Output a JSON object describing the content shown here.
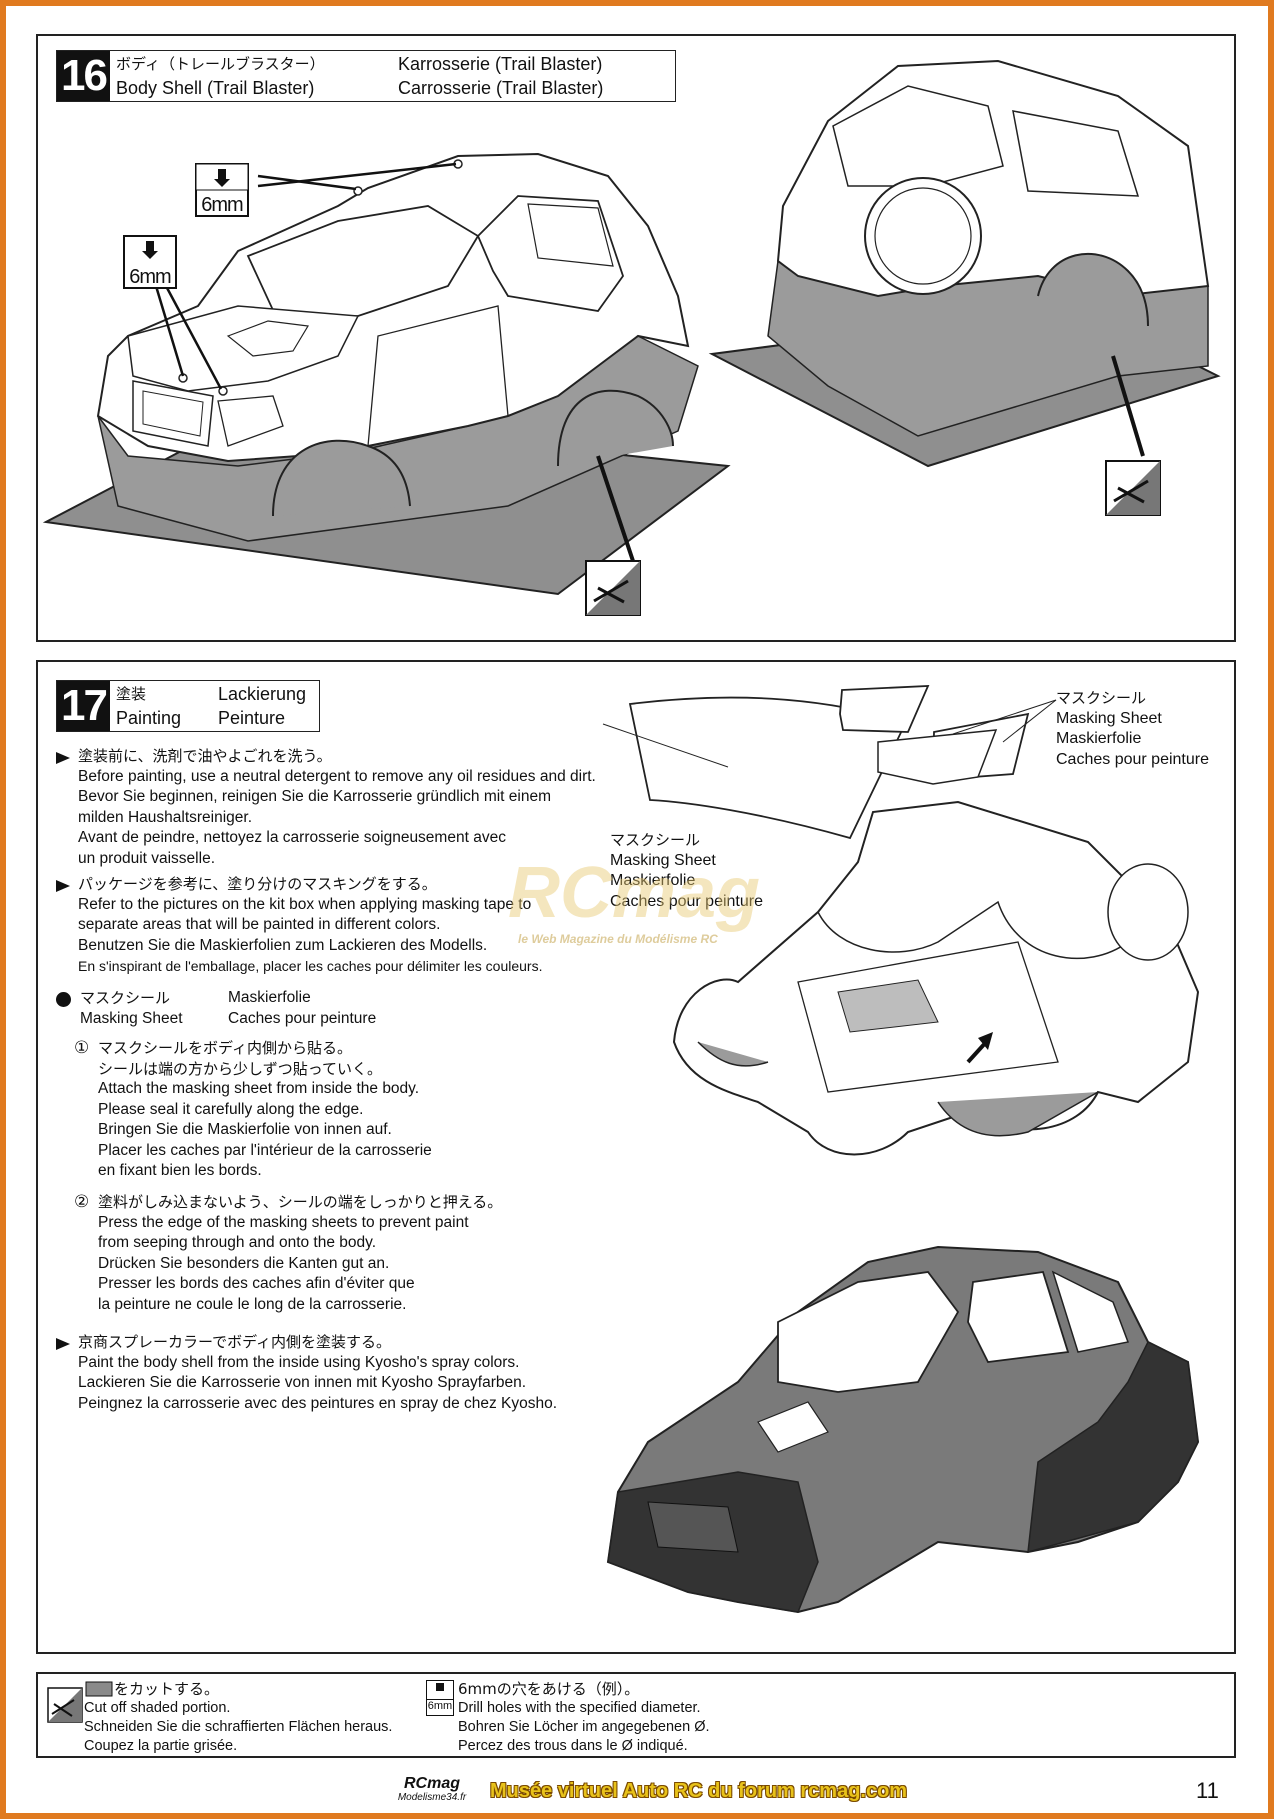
{
  "step16": {
    "number": "16",
    "title_jp": "ボディ（トレールブラスター）",
    "title_en": "Body Shell (Trail Blaster)",
    "title_de": "Karrosserie (Trail Blaster)",
    "title_fr": "Carrosserie (Trail Blaster)",
    "drill_label_1": "6mm",
    "drill_label_2": "6mm"
  },
  "step17": {
    "number": "17",
    "title_jp": "塗装",
    "title_en": "Painting",
    "title_de": "Lackierung",
    "title_fr": "Peinture",
    "instr1": {
      "jp": "塗装前に、洗剤で油やよごれを洗う。",
      "en": "Before painting, use a neutral detergent to remove any oil residues and dirt.",
      "de1": "Bevor Sie beginnen, reinigen Sie die Karrosserie gründlich mit einem",
      "de2": "milden Haushaltsreiniger.",
      "fr1": "Avant de peindre, nettoyez la carrosserie soigneusement avec",
      "fr2": "un produit vaisselle."
    },
    "instr2": {
      "jp": "パッケージを参考に、塗り分けのマスキングをする。",
      "en1": "Refer to the pictures on the kit box when applying masking tape to",
      "en2": "separate areas that will be painted in different colors.",
      "de": "Benutzen Sie die Maskierfolien zum Lackieren des Modells.",
      "fr": "En s'inspirant de l'emballage, placer les caches pour délimiter les couleurs."
    },
    "masking": {
      "jp": "マスクシール",
      "en": "Masking Sheet",
      "de": "Maskierfolie",
      "fr": "Caches pour peinture"
    },
    "sub1": {
      "num": "①",
      "jp1": "マスクシールをボディ内側から貼る。",
      "jp2": "シールは端の方から少しずつ貼っていく。",
      "en1": "Attach the masking sheet from inside the body.",
      "en2": "Please seal it carefully along the edge.",
      "de": "Bringen Sie die Maskierfolie von innen auf.",
      "fr1": "Placer les caches par l'intérieur de la carrosserie",
      "fr2": "en fixant bien les bords."
    },
    "sub2": {
      "num": "②",
      "jp": "塗料がしみ込まないよう、シールの端をしっかりと押える。",
      "en1": "Press the edge of the masking sheets to prevent paint",
      "en2": "from seeping through and onto the body.",
      "de": "Drücken Sie besonders die Kanten gut an.",
      "fr1": "Presser les bords des caches afin d'éviter que",
      "fr2": "la peinture ne coule le long de la carrosserie."
    },
    "instr3": {
      "jp": "京商スプレーカラーでボディ内側を塗装する。",
      "en": "Paint the body shell from the inside using Kyosho's spray colors.",
      "de": "Lackieren Sie die Karrosserie von innen mit Kyosho Sprayfarben.",
      "fr": "Peingnez la carrosserie avec des peintures en spray de chez Kyosho."
    },
    "callout_right": {
      "jp": "マスクシール",
      "en": "Masking Sheet",
      "de": "Maskierfolie",
      "fr": "Caches pour peinture"
    },
    "callout_mid": {
      "jp": "マスクシール",
      "en": "Masking Sheet",
      "de": "Maskierfolie",
      "fr": "Caches pour peinture"
    }
  },
  "legend": {
    "cut": {
      "jp": "をカットする。",
      "en": "Cut off shaded portion.",
      "de": "Schneiden Sie die schraffierten Flächen heraus.",
      "fr": "Coupez la partie grisée."
    },
    "drill": {
      "icon_label": "6mm",
      "jp": "6mmの穴をあける（例）。",
      "en": "Drill holes with the specified diameter.",
      "de": "Bohren Sie Löcher im angegebenen Ø.",
      "fr": "Percez des trous dans le Ø indiqué."
    }
  },
  "watermark": {
    "logo": "RCmag",
    "sub": "le Web Magazine du Modélisme RC"
  },
  "footer": {
    "logo": "RCmag",
    "logo_sub": "Modelisme34.fr",
    "text": "Musée virtuel Auto RC du forum rcmag.com",
    "page": "11"
  },
  "colors": {
    "border": "#e07a1f",
    "shade": "#8a8a8a",
    "footer_text": "#e8c21a"
  }
}
